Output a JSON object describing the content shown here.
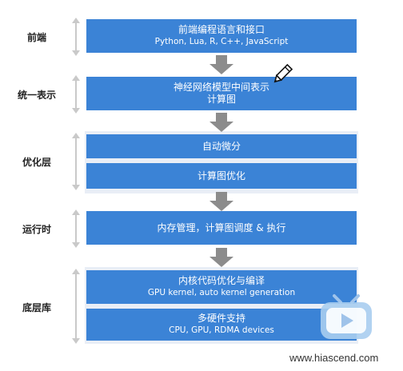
{
  "layers": [
    {
      "label": "前端"
    },
    {
      "label": "统一表示"
    },
    {
      "label": "优化层"
    },
    {
      "label": "运行时"
    },
    {
      "label": "底层库"
    }
  ],
  "boxes": {
    "frontend": {
      "line1": "前端编程语言和接口",
      "line2": "Python, Lua, R, C++, JavaScript"
    },
    "unified": {
      "line1": "神经网络模型中间表示",
      "line2": "计算图"
    },
    "autodiff": {
      "line1": "自动微分"
    },
    "graph_opt": {
      "line1": "计算图优化"
    },
    "runtime": {
      "line1": "内存管理，计算图调度 & 执行"
    },
    "kernel": {
      "line1": "内核代码优化与编译",
      "line2": "GPU kernel, auto kernel generation"
    },
    "hardware": {
      "line1": "多硬件支持",
      "line2": "CPU, GPU, RDMA devices"
    }
  },
  "watermark": "www.hiascend.com",
  "colors": {
    "box": "#3b83d6",
    "arrow": "#8c8c8c",
    "range": "#c9c9c9"
  },
  "icons": [
    "pencil-icon",
    "tv-logo-icon"
  ]
}
